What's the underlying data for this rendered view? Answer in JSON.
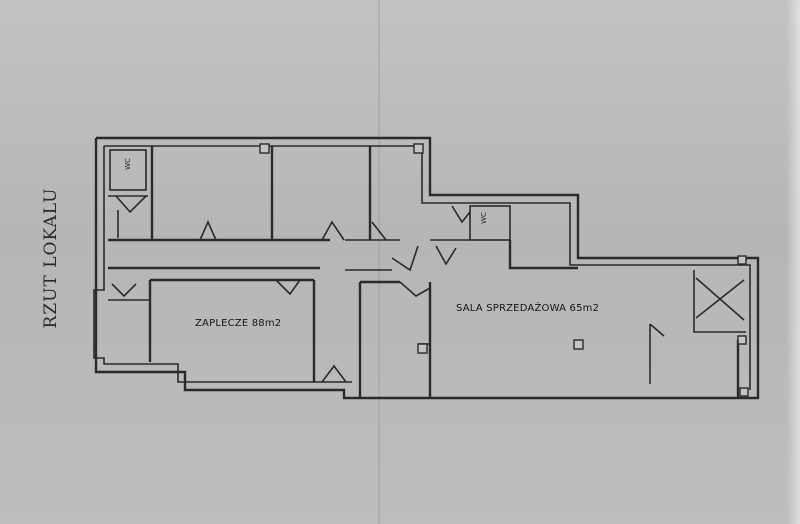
{
  "plan_title": "RZUT LOKALU",
  "rooms": [
    {
      "id": "zaplecze",
      "label": "ZAPLECZE 88m2"
    },
    {
      "id": "sala",
      "label": "SALA SPRZEDAŻOWA 65m2"
    }
  ],
  "wc_labels": [
    "WC",
    "WC"
  ],
  "colors": {
    "paper": "#bdbdbd",
    "ink": "#2a2a2a"
  }
}
